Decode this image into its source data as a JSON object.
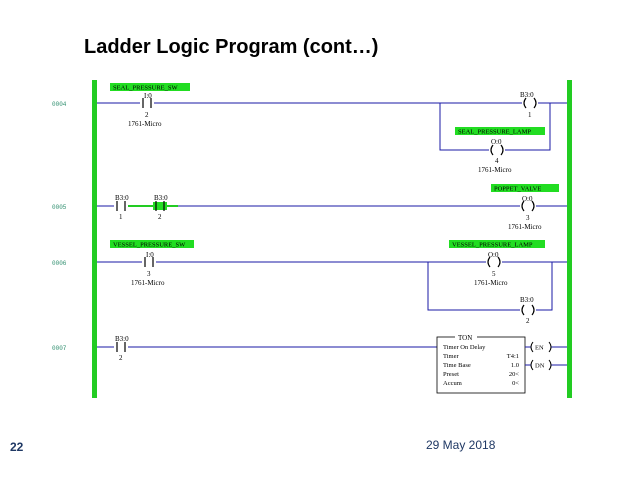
{
  "slide": {
    "title": "Ladder Logic Program (cont…)",
    "page_number": "22",
    "date": "29 May 2018"
  },
  "colors": {
    "rail": "#22cc22",
    "rung": "#1a1aa6",
    "tag_bg": "#22dd22",
    "rung_number": "#2f8f6f"
  },
  "rungs": [
    {
      "number": "0004",
      "contact": {
        "tag": "SEAL_PRESSURE_SW",
        "addr": "I:0",
        "bit": "2",
        "module": "1761-Micro"
      },
      "coil": {
        "addr": "B3:0",
        "bit": "1"
      },
      "branch_coil": {
        "tag": "SEAL_PRESSURE_LAMP",
        "addr": "O:0",
        "bit": "4",
        "module": "1761-Micro"
      }
    },
    {
      "number": "0005",
      "contact1": {
        "addr": "B3:0",
        "bit": "1"
      },
      "contact2": {
        "addr": "B3:0",
        "bit": "2"
      },
      "coil": {
        "tag": "POPPET_VALVE",
        "addr": "O:0",
        "bit": "3",
        "module": "1761-Micro"
      }
    },
    {
      "number": "0006",
      "contact": {
        "tag": "VESSEL_PRESSURE_SW",
        "addr": "I:0",
        "bit": "3",
        "module": "1761-Micro"
      },
      "coil": {
        "tag": "VESSEL_PRESSURE_LAMP",
        "addr": "O:0",
        "bit": "5",
        "module": "1761-Micro"
      },
      "branch_coil": {
        "addr": "B3:0",
        "bit": "2"
      }
    },
    {
      "number": "0007",
      "contact": {
        "addr": "B3:0",
        "bit": "2"
      },
      "timer": {
        "type": "TON",
        "name": "Timer On Delay",
        "rows": [
          {
            "label": "Timer",
            "value": "T4:1"
          },
          {
            "label": "Time Base",
            "value": "1.0"
          },
          {
            "label": "Preset",
            "value": "20<"
          },
          {
            "label": "Accum",
            "value": "0<"
          }
        ],
        "outputs": [
          "EN",
          "DN"
        ]
      }
    }
  ]
}
